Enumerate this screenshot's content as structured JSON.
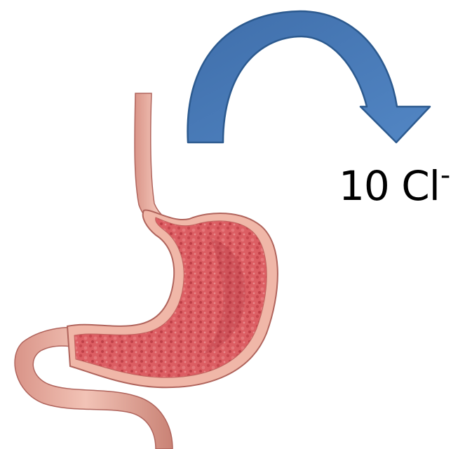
{
  "ion_label": {
    "count": "10",
    "symbol": "Cl",
    "charge": "-"
  },
  "colors": {
    "arrow_fill": "#4a7cba",
    "arrow_stroke": "#2c5a8f",
    "stomach_lining": "#d8595f",
    "stomach_wall": "#f0b7a8",
    "stomach_outline": "#b0645c",
    "esophagus": "#e8a89c",
    "intestine": "#eab9ad"
  },
  "icons": {
    "arrow": "curved-arrow-icon",
    "organ": "stomach-illustration"
  }
}
